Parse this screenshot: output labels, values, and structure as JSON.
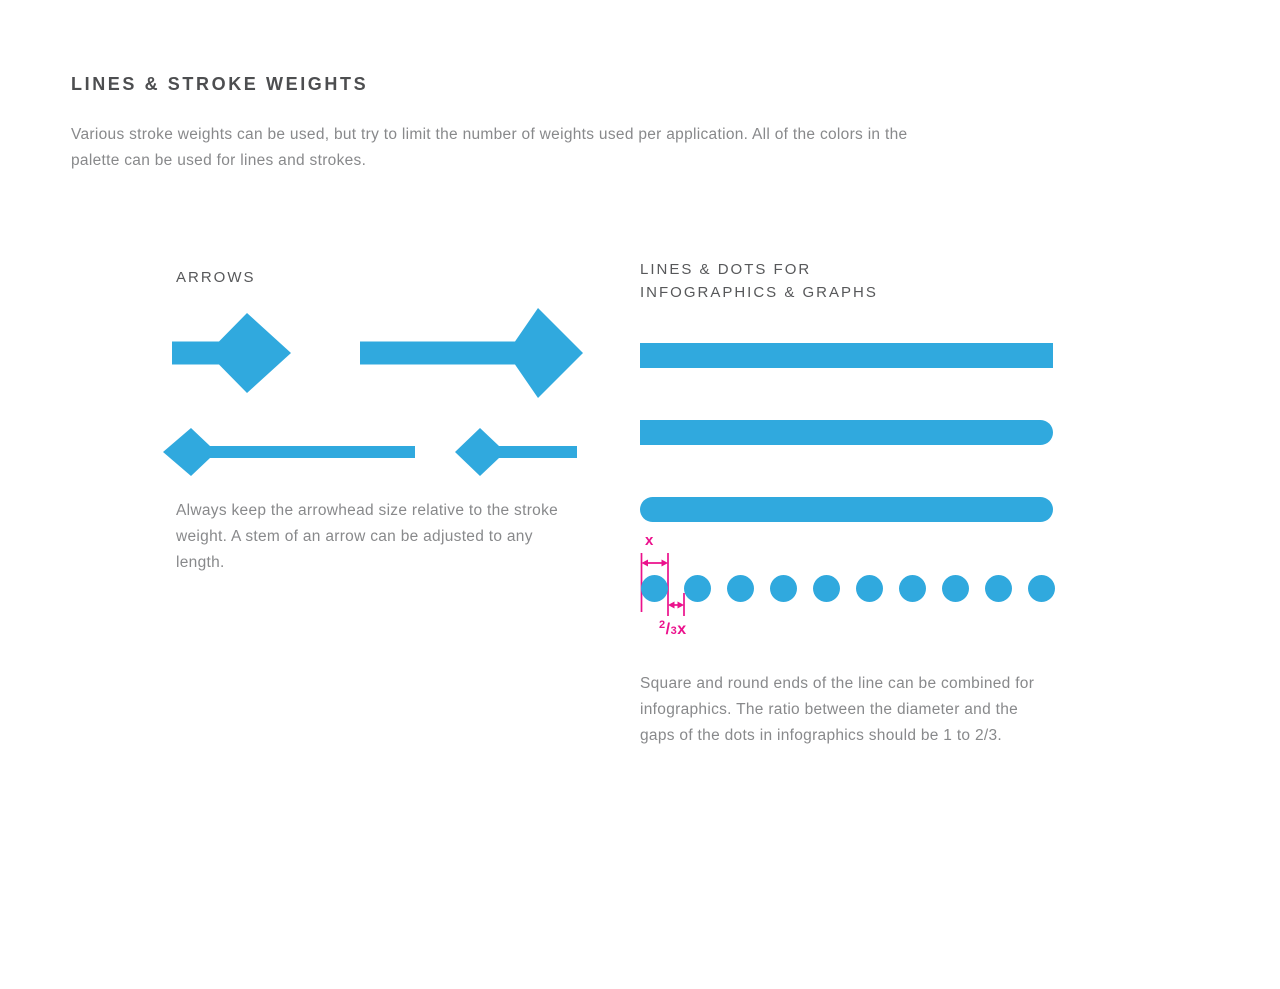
{
  "colors": {
    "accent_blue": "#30A9DE",
    "annotation_pink": "#EB118C",
    "title_text": "#4D4E50",
    "label_text": "#57585A",
    "body_text": "#88898B"
  },
  "header": {
    "title": "LINES & STROKE WEIGHTS"
  },
  "intro": {
    "line1": "Various stroke weights can be used, but try to limit the number of weights used per application. All of the colors in the",
    "line2": "palette can be used for lines and strokes."
  },
  "arrows_section": {
    "label": "ARROWS",
    "arrows": [
      {
        "name": "thick-short-right-arrow",
        "direction": "right",
        "weight": "thick",
        "length": "short"
      },
      {
        "name": "thick-long-right-arrow",
        "direction": "right",
        "weight": "thick",
        "length": "long"
      },
      {
        "name": "thin-long-left-arrow",
        "direction": "left",
        "weight": "thin",
        "length": "long"
      },
      {
        "name": "thin-short-left-arrow",
        "direction": "left",
        "weight": "thin",
        "length": "short"
      }
    ],
    "caption": {
      "line1": "Always keep the arrowhead size relative to the stroke",
      "line2": "weight. A stem of an arrow can be adjusted to any",
      "line3": "length."
    }
  },
  "lines_section": {
    "label_line1": "LINES & DOTS FOR",
    "label_line2": "INFOGRAPHICS & GRAPHS",
    "lines": [
      {
        "ends": "square-square"
      },
      {
        "ends": "square-round"
      },
      {
        "ends": "round-round"
      }
    ],
    "dots": {
      "count": 10
    },
    "measurements": {
      "diameter_label": "x",
      "gap_numerator": "2",
      "gap_slash": "/",
      "gap_denominator": "3",
      "gap_suffix": "x"
    },
    "caption": {
      "line1": "Square and round ends of the line can be combined for",
      "line2": "infographics. The ratio between the diameter and the",
      "line3": "gaps of the dots in infographics should be 1 to 2/3."
    }
  }
}
